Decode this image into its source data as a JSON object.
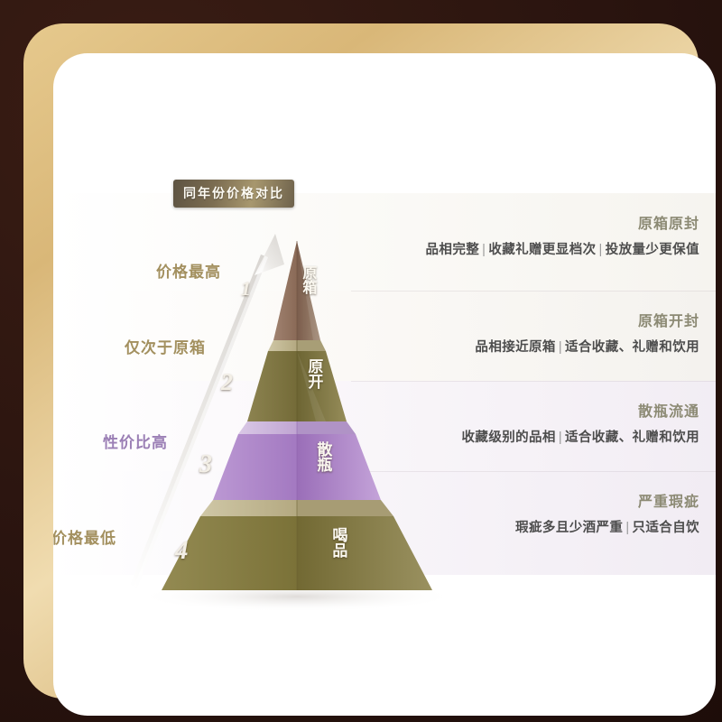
{
  "frame": {
    "outer_color": "#2b1510",
    "border_color": "#dcb97c",
    "canvas_color": "#ffffff"
  },
  "badge": {
    "label": "同年份价格对比"
  },
  "arrow": {
    "name": "upward-price-arrow",
    "color": "#e3e0dc"
  },
  "left_labels": [
    {
      "text": "价格最高",
      "color": "#a3905f"
    },
    {
      "text": "仅次于原箱",
      "color": "#a3905f"
    },
    {
      "text": "性价比高",
      "color": "#9b7fb5"
    },
    {
      "text": "价格最低",
      "color": "#a3905f"
    }
  ],
  "chart_data": {
    "type": "pyramid",
    "title": "同年份价格对比",
    "levels": [
      {
        "rank": "1",
        "word": "原箱",
        "color": "#8a6f5c",
        "price_label": "价格最高",
        "heading": "原箱原封",
        "points": [
          "品相完整",
          "收藏礼赠更显档次",
          "投放量少更保值"
        ]
      },
      {
        "rank": "2",
        "word": "原开",
        "color": "#7d7440",
        "price_label": "仅次于原箱",
        "heading": "原箱开封",
        "points": [
          "品相接近原箱",
          "适合收藏、礼赠和饮用"
        ]
      },
      {
        "rank": "3",
        "word": "散瓶",
        "color": "#a77fc4",
        "price_label": "性价比高",
        "heading": "散瓶流通",
        "points": [
          "收藏级别的品相",
          "适合收藏、礼赠和饮用"
        ]
      },
      {
        "rank": "4",
        "word": "喝品",
        "color": "#81773f",
        "price_label": "价格最低",
        "heading": "严重瑕疵",
        "points": [
          "瑕疵多且少酒严重",
          "只适合自饮"
        ]
      }
    ]
  },
  "tier1": {
    "rank": "1",
    "word": "原箱",
    "heading": "原箱原封",
    "p1": "品相完整",
    "p2": "收藏礼赠更显档次",
    "p3": "投放量少更保值",
    "sep": "|"
  },
  "tier2": {
    "rank": "2",
    "word": "原开",
    "heading": "原箱开封",
    "p1": "品相接近原箱",
    "p2": "适合收藏、礼赠和饮用",
    "sep": "|"
  },
  "tier3": {
    "rank": "3",
    "word": "散瓶",
    "heading": "散瓶流通",
    "p1": "收藏级别的品相",
    "p2": "适合收藏、礼赠和饮用",
    "sep": "|"
  },
  "tier4": {
    "rank": "4",
    "word": "喝品",
    "heading": "严重瑕疵",
    "p1": "瑕疵多且少酒严重",
    "p2": "只适合自饮",
    "sep": "|"
  }
}
